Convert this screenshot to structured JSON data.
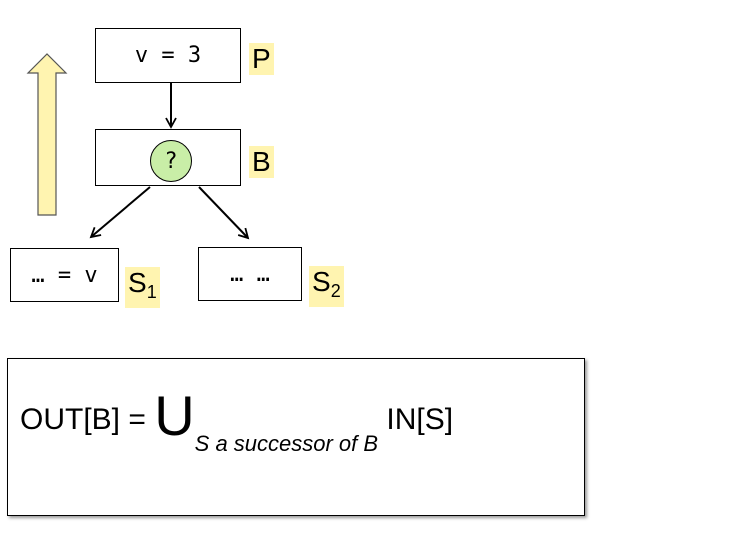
{
  "nodes": {
    "p": {
      "code": "v = 3",
      "label": "P"
    },
    "b": {
      "label": "B",
      "decision_symbol": "?"
    },
    "s1": {
      "code": "… = v",
      "label": "S",
      "label_sub": "1"
    },
    "s2": {
      "code": "… …",
      "label": "S",
      "label_sub": "2"
    }
  },
  "formula": {
    "lhs": "OUT[B] =",
    "union_symbol": "U",
    "subscript": "S a successor of B",
    "rhs": "IN[S]"
  },
  "colors": {
    "label_highlight": "#fff4b0",
    "decision_fill": "#c9eea7",
    "arrow_fill": "#fff4b0"
  }
}
